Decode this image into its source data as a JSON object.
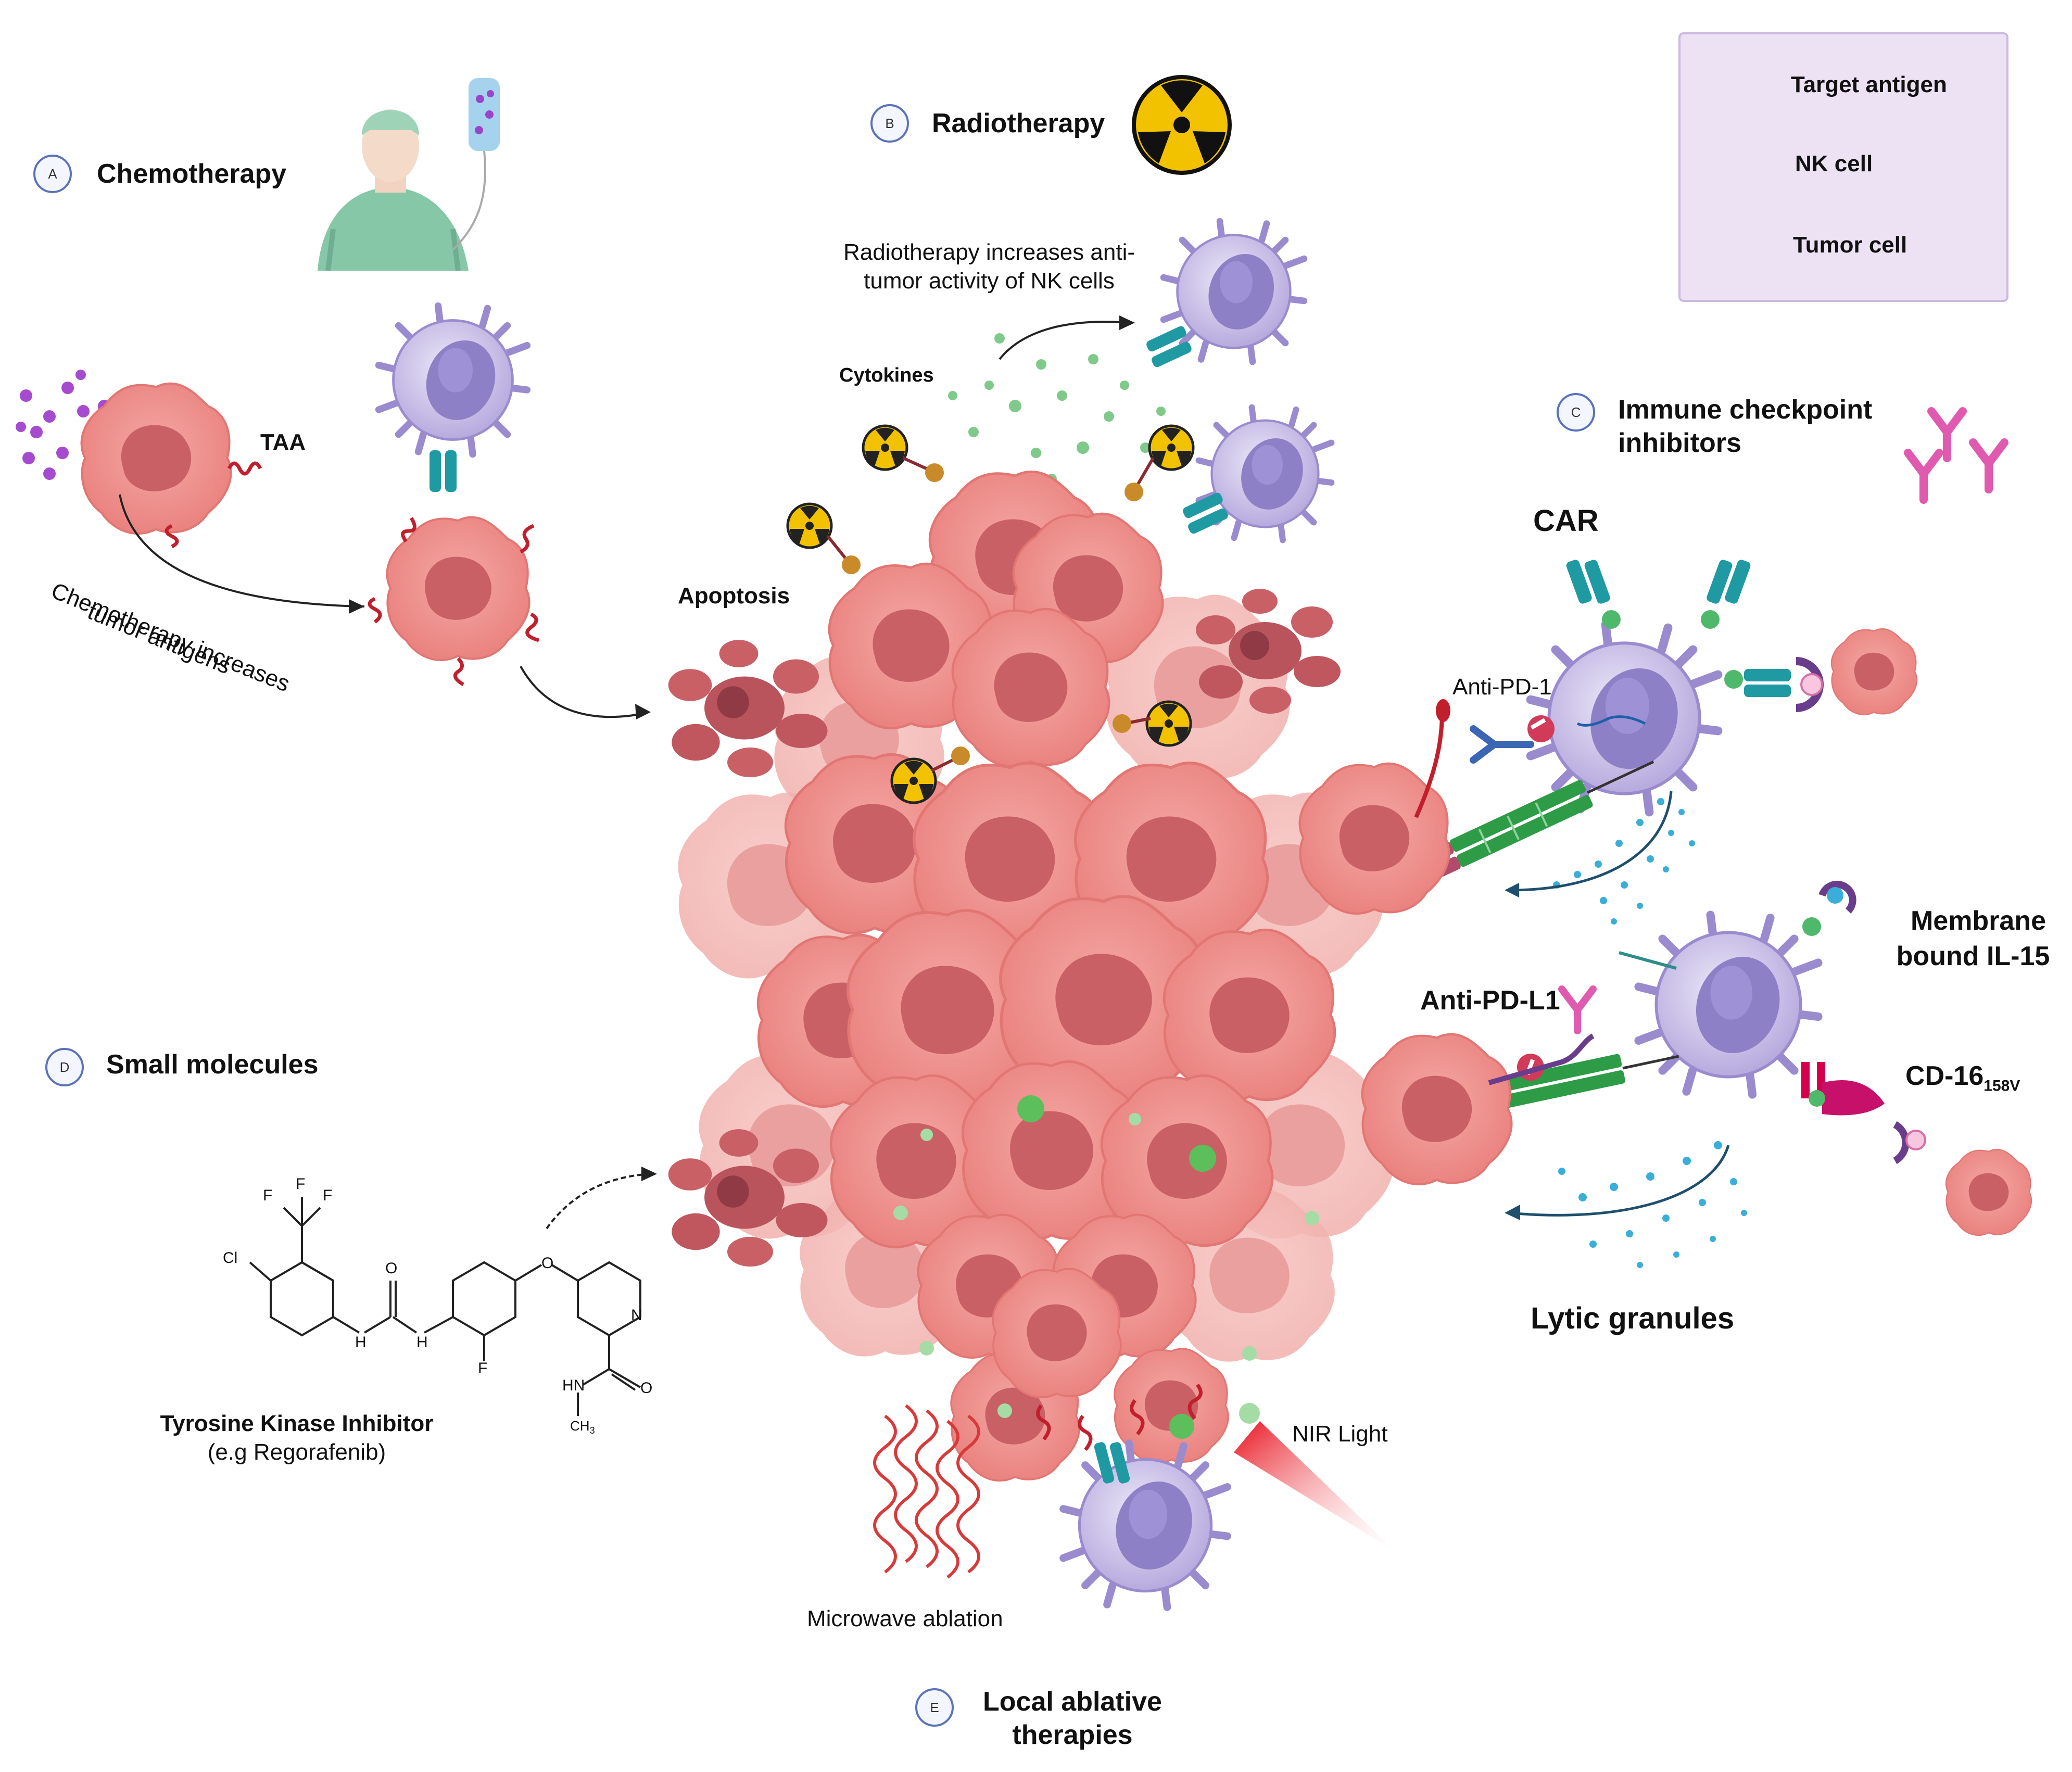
{
  "sections": {
    "a": {
      "badge": "A",
      "title": "Chemotherapy"
    },
    "b": {
      "badge": "B",
      "title": "Radiotherapy"
    },
    "c": {
      "badge": "C",
      "title_line1": "Immune checkpoint",
      "title_line2": "inhibitors"
    },
    "d": {
      "badge": "D",
      "title": "Small molecules"
    },
    "e": {
      "badge": "E",
      "title_line1": "Local ablative",
      "title_line2": "therapies"
    }
  },
  "legend": {
    "items": [
      {
        "label": "Target antigen",
        "icon": "target-antigen-icon",
        "color": "#f6c7de"
      },
      {
        "label": "NK cell",
        "icon": "nk-cell-icon",
        "color": "#b7a9dc"
      },
      {
        "label": "Tumor cell",
        "icon": "tumor-cell-icon",
        "color": "#ee8a86"
      }
    ]
  },
  "labels": {
    "taa": "TAA",
    "chemo_note_line1": "Chemotherapy increases",
    "chemo_note_line2": "tumor antigens",
    "radio_note_line1": "Radiotherapy increases anti-",
    "radio_note_line2": "tumor activity of NK cells",
    "cytokines": "Cytokines",
    "apoptosis": "Apoptosis",
    "car": "CAR",
    "anti_pd1": "Anti-PD-1",
    "anti_pdl1": "Anti-PD-L1",
    "membrane_il15_line1": "Membrane",
    "membrane_il15_line2": "bound IL-15",
    "cd16": "CD-16",
    "cd16_sub": "158V",
    "lytic_granules": "Lytic granules",
    "tki_line1": "Tyrosine Kinase Inhibitor",
    "tki_line2": "(e.g Regorafenib)",
    "nir_light": "NIR Light",
    "microwave": "Microwave ablation"
  },
  "molecule_atoms": {
    "f1": "F",
    "f2": "F",
    "f3": "F",
    "cl": "Cl",
    "o1": "O",
    "n1": "H",
    "n2": "H",
    "o2": "O",
    "f4": "F",
    "n3": "N",
    "hn": "HN",
    "o3": "O",
    "ch3": "CH"
  },
  "colors": {
    "tumor": "#ee8a86",
    "tumor_dark": "#c96066",
    "nk": "#b7a9dc",
    "nk_nucleus": "#8e80c6",
    "apoptotic": "#b9545d",
    "cytokine": "#7fc98a",
    "lytic": "#3aaed8",
    "antibody": "#e05ab0",
    "radiation": "#f2c200"
  }
}
